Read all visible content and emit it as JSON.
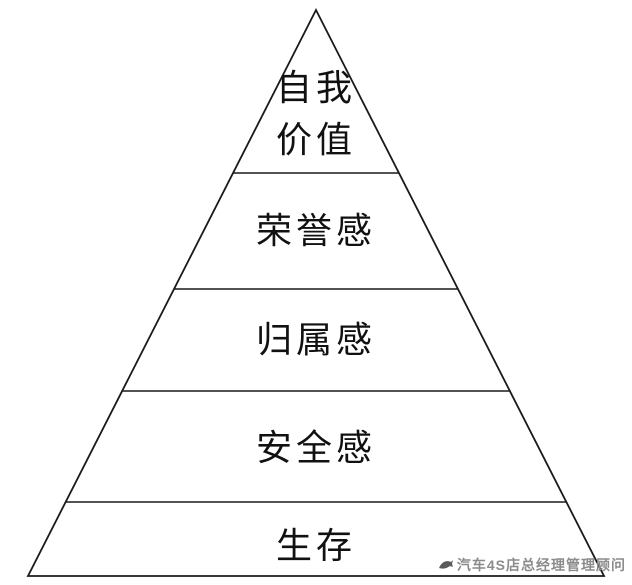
{
  "diagram": {
    "type": "pyramid-hierarchy",
    "levels": [
      {
        "id": "self-worth",
        "lines": [
          "自我",
          "价值"
        ]
      },
      {
        "id": "honor",
        "label": "荣誉感"
      },
      {
        "id": "belonging",
        "label": "归属感"
      },
      {
        "id": "security",
        "label": "安全感"
      },
      {
        "id": "survival",
        "label": "生存"
      }
    ]
  },
  "watermark": {
    "text": "汽车4S店总经理管理顾问"
  },
  "colors": {
    "outline": "#1a1a1a",
    "divider": "#1a1a1a",
    "text": "#111111",
    "watermark_text": "#8c8c8c",
    "background": "#ffffff"
  }
}
